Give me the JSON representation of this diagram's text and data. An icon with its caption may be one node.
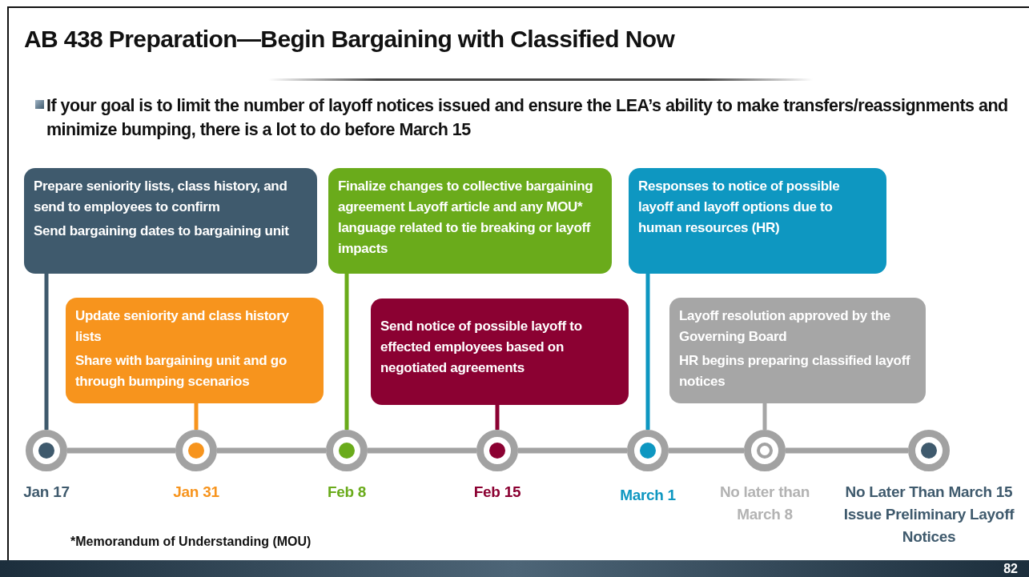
{
  "diagram": {
    "title": "AB 438 Preparation—Begin Bargaining with Classified Now",
    "nodes": [
      {
        "text": [
          "Prepare seniority lists, class history, and send to employees to confirm",
          "Send bargaining dates to bargaining unit"
        ]
      },
      {
        "text": [
          "Update seniority and class history lists",
          "Share with bargaining unit and go through bumping scenarios"
        ]
      },
      {
        "text": [
          "Finalize changes to collective bargaining agreement Layoff article and any MOU* language related to tie breaking or layoff impacts"
        ]
      },
      {
        "text": [
          "Send notice of possible layoff to effected employees based on negotiated agreements"
        ]
      },
      {
        "text": [
          "Responses to notice of possible layoff and layoff options due to human resources (HR)"
        ]
      },
      {
        "text": [
          "Layoff resolution approved by the Governing Board",
          "HR begins preparing classified layoff notices"
        ]
      },
      {
        "text": [],
        "shape": "circle",
        "beside": [
          "Jan 17"
        ]
      },
      {
        "text": [],
        "shape": "circle",
        "beside": [
          "Jan 31"
        ]
      },
      {
        "text": [],
        "shape": "circle",
        "beside": [
          "Feb 8"
        ]
      },
      {
        "text": [],
        "shape": "circle",
        "beside": [
          "Feb 15"
        ]
      },
      {
        "text": [],
        "shape": "circle",
        "beside": [
          "March 1"
        ]
      },
      {
        "text": [],
        "shape": "circle",
        "beside": [
          "No later than March 8"
        ]
      },
      {
        "text": [],
        "shape": "circle",
        "beside": [
          "No Later Than March 15 Issue Preliminary Layoff Notices"
        ]
      }
    ],
    "edges": [
      {
        "from": 0,
        "to": 6,
        "arrow": "none",
        "color": "#3f5a6d"
      },
      {
        "from": 1,
        "to": 7,
        "arrow": "none",
        "color": "#f7941d"
      },
      {
        "from": 2,
        "to": 8,
        "arrow": "none",
        "color": "#6aab1b"
      },
      {
        "from": 3,
        "to": 9,
        "arrow": "none",
        "color": "#8b0132"
      },
      {
        "from": 4,
        "to": 10,
        "arrow": "none",
        "color": "#0e97c1"
      },
      {
        "from": 5,
        "to": 11,
        "arrow": "none",
        "color": "#a6a6a6"
      },
      {
        "from": 6,
        "to": 7,
        "arrow": "none"
      },
      {
        "from": 7,
        "to": 8,
        "arrow": "none"
      },
      {
        "from": 8,
        "to": 9,
        "arrow": "none"
      },
      {
        "from": 9,
        "to": 10,
        "arrow": "none"
      },
      {
        "from": 10,
        "to": 11,
        "arrow": "none"
      },
      {
        "from": 11,
        "to": 12,
        "arrow": "none"
      }
    ],
    "labels": [
      "If your goal is to limit the number of layoff notices issued and ensure the LEA’s ability to make transfers/reassignments and minimize bumping, there is a lot to do before March 15",
      "*Memorandum of Understanding (MOU)",
      "82"
    ]
  }
}
